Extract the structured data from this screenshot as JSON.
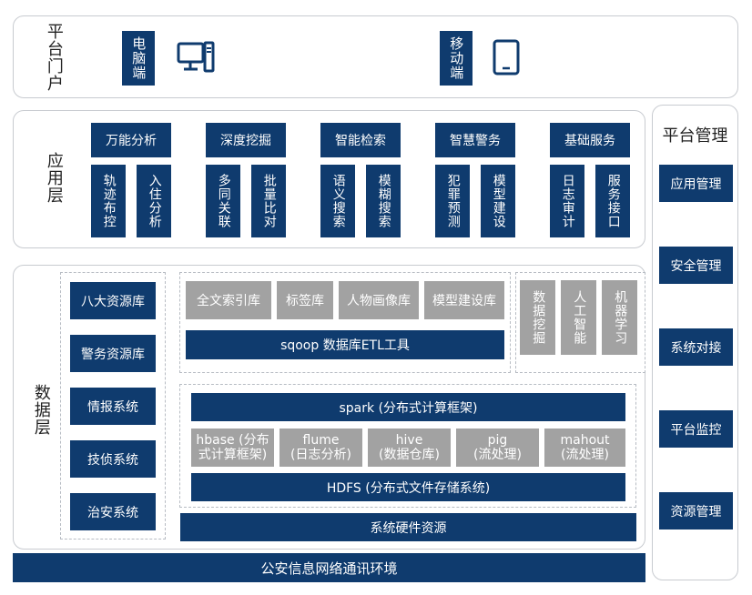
{
  "portal": {
    "title": "平台门户",
    "pc": "电脑端",
    "mobile": "移动端"
  },
  "app_layer": {
    "title": "应用层",
    "groups": [
      {
        "header": "万能分析",
        "items": [
          "轨迹布控",
          "入住分析"
        ]
      },
      {
        "header": "深度挖掘",
        "items": [
          "多同关联",
          "批量比对"
        ]
      },
      {
        "header": "智能检索",
        "items": [
          "语义搜索",
          "模糊搜索"
        ]
      },
      {
        "header": "智慧警务",
        "items": [
          "犯罪预测",
          "模型建设"
        ]
      },
      {
        "header": "基础服务",
        "items": [
          "日志审计",
          "服务接口"
        ]
      }
    ]
  },
  "data_layer": {
    "title": "数据层",
    "left": [
      "八大资源库",
      "警务资源库",
      "情报系统",
      "技侦系统",
      "治安系统"
    ],
    "libs": [
      "全文索引库",
      "标签库",
      "人物画像库",
      "模型建设库"
    ],
    "etl": "sqoop 数据库ETL工具",
    "ai": [
      "数据挖掘",
      "人工智能",
      "机器学习"
    ],
    "spark": "spark (分布式计算框架)",
    "tools": [
      {
        "l1": "hbase (分布",
        "l2": "式计算框架)"
      },
      {
        "l1": "flume",
        "l2": "(日志分析)"
      },
      {
        "l1": "hive",
        "l2": "(数据仓库)"
      },
      {
        "l1": "pig",
        "l2": "(流处理)"
      },
      {
        "l1": "mahout",
        "l2": "(流处理)"
      }
    ],
    "hdfs": "HDFS (分布式文件存储系统)",
    "hardware": "系统硬件资源"
  },
  "network": "公安信息网络通讯环境",
  "management": {
    "title": "平台管理",
    "items": [
      "应用管理",
      "安全管理",
      "系统对接",
      "平台监控",
      "资源管理"
    ]
  },
  "colors": {
    "primary": "#0f3b6e",
    "gray": "#a2a2a2",
    "border": "#c8cbd0"
  }
}
